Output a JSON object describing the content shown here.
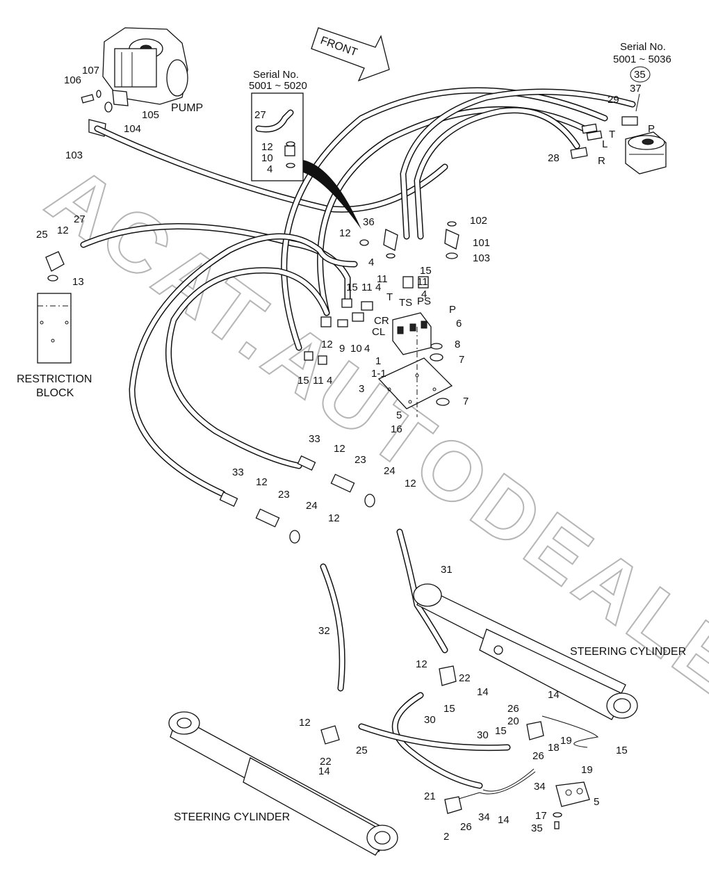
{
  "watermark": "ACAT.AUTODEALER.RU",
  "front_label": "FRONT",
  "pump_label": "PUMP",
  "restriction_block_label": [
    "RESTRICTION",
    "BLOCK"
  ],
  "steering_cylinder_right": "STEERING CYLINDER",
  "steering_cylinder_left": "STEERING CYLINDER",
  "serial_inset": {
    "title": "Serial No.",
    "range": "5001 ~ 5020",
    "parts": [
      "27",
      "12",
      "10",
      "4"
    ]
  },
  "serial_right": {
    "title": "Serial No.",
    "range": "5001 ~ 5036",
    "circled": "35",
    "part": "37"
  },
  "port_labels": [
    "T",
    "TS",
    "PS",
    "P",
    "CR",
    "CL",
    "P",
    "T",
    "L",
    "R"
  ],
  "callouts": [
    "106",
    "107",
    "105",
    "104",
    "103",
    "25",
    "12",
    "27",
    "13",
    "36",
    "12",
    "4",
    "102",
    "101",
    "103",
    "15",
    "11",
    "4",
    "11",
    "15",
    "11",
    "4",
    "12",
    "9",
    "10",
    "4",
    "15",
    "11",
    "4",
    "6",
    "8",
    "7",
    "1",
    "1-1",
    "3",
    "7",
    "5",
    "16",
    "33",
    "12",
    "23",
    "24",
    "12",
    "33",
    "12",
    "23",
    "24",
    "12",
    "31",
    "32",
    "12",
    "22",
    "14",
    "15",
    "30",
    "12",
    "22",
    "25",
    "14",
    "26",
    "20",
    "15",
    "14",
    "30",
    "26",
    "18",
    "19",
    "19",
    "34",
    "15",
    "21",
    "26",
    "34",
    "14",
    "2",
    "5",
    "17",
    "35",
    "29",
    "28"
  ]
}
